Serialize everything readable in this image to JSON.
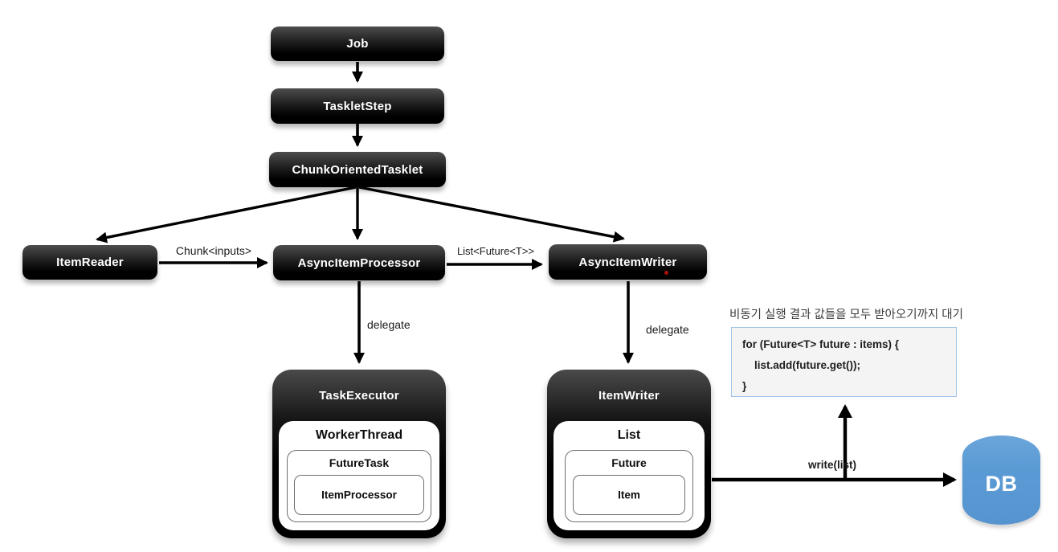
{
  "diagram": {
    "nodes": {
      "job": "Job",
      "tasklet_step": "TaskletStep",
      "chunk_oriented_tasklet": "ChunkOrientedTasklet",
      "item_reader": "ItemReader",
      "async_item_processor": "AsyncItemProcessor",
      "async_item_writer": "AsyncItemWriter",
      "task_executor": "TaskExecutor",
      "worker_thread": "WorkerThread",
      "future_task": "FutureTask",
      "item_processor": "ItemProcessor",
      "item_writer": "ItemWriter",
      "list": "List",
      "future": "Future",
      "item": "Item",
      "db": "DB"
    },
    "edge_labels": {
      "chunk_inputs": "Chunk<inputs>",
      "list_future": "List<Future<T>>",
      "delegate_left": "delegate",
      "delegate_right": "delegate",
      "write_list": "write(list)"
    },
    "annotation": {
      "korean_note": "비동기 실행 결과 값들을 모두 받아오기까지 대기",
      "code_lines": [
        "for (Future<T> future : items) {",
        "    list.add(future.get());",
        "}"
      ]
    },
    "colors": {
      "node_black": "#000000",
      "node_gradient_top": "#4d4d4d",
      "db_blue": "#5b9bd5",
      "code_border": "#9dc3e6",
      "code_bg": "#f4f4f4",
      "artifact_red": "#cc1111"
    }
  }
}
